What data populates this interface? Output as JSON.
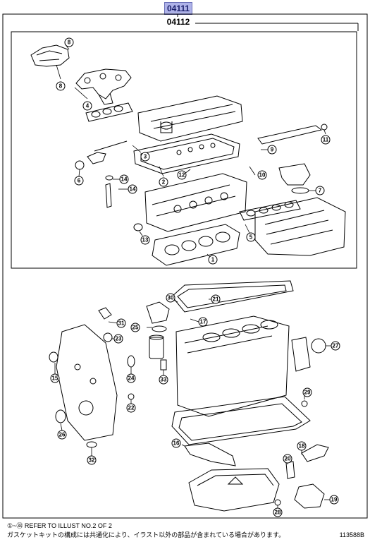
{
  "header": {
    "kit_number": "04111",
    "sub_kit_number": "04112"
  },
  "footer": {
    "reference_note": "①~㉝ REFER TO ILLUST NO.2 OF 2",
    "japanese_note": "ガスケットキットの構成には共通化により、イラスト以外の部品が含まれている場合があります。",
    "illustration_code": "113588B"
  },
  "callouts": [
    "8",
    "8",
    "4",
    "3",
    "2",
    "9",
    "11",
    "6",
    "10",
    "12",
    "14",
    "14",
    "7",
    "5",
    "13",
    "1",
    "30",
    "21",
    "17",
    "31",
    "25",
    "23",
    "27",
    "15",
    "24",
    "33",
    "22",
    "29",
    "32",
    "26",
    "16",
    "18",
    "20",
    "19",
    "28"
  ]
}
